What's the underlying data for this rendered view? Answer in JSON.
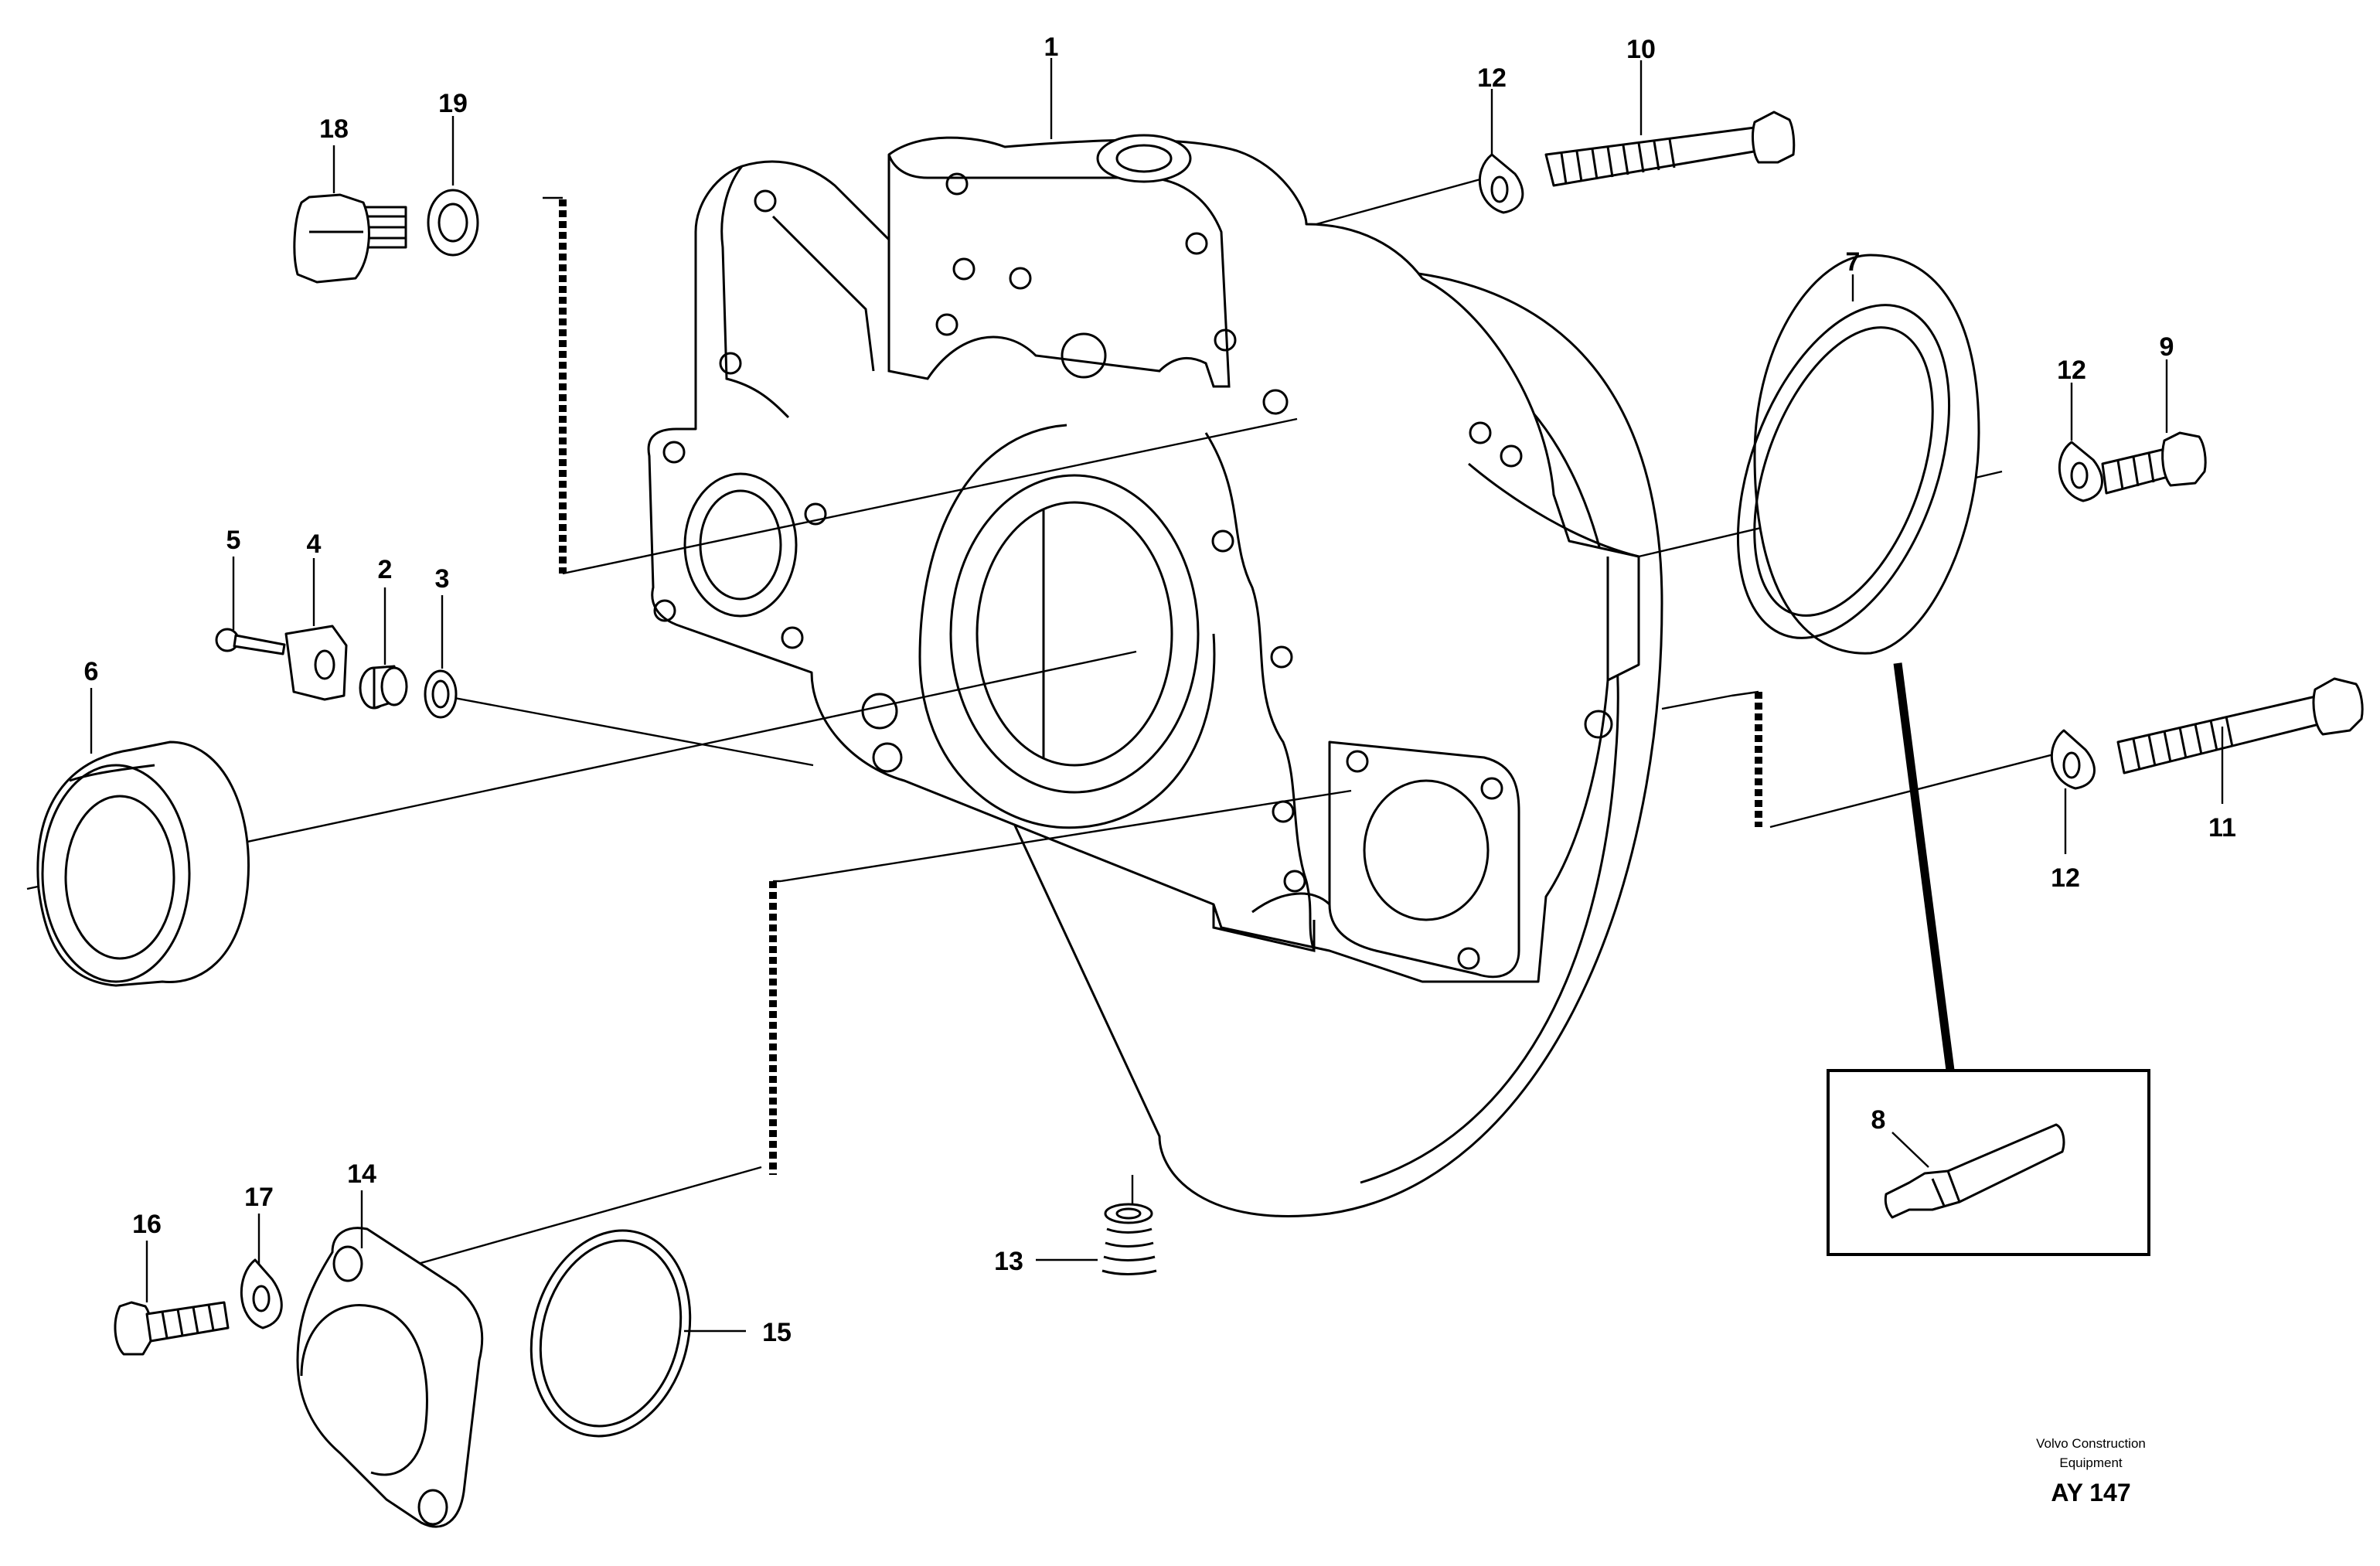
{
  "callouts": {
    "c1": "1",
    "c2": "2",
    "c3": "3",
    "c4": "4",
    "c5": "5",
    "c6": "6",
    "c7": "7",
    "c8": "8",
    "c9": "9",
    "c10": "10",
    "c11": "11",
    "c12a": "12",
    "c12b": "12",
    "c12c": "12",
    "c13": "13",
    "c14": "14",
    "c15": "15",
    "c16": "16",
    "c17": "17",
    "c18": "18",
    "c19": "19"
  },
  "credit": {
    "line1": "Volvo Construction",
    "line2": "Equipment",
    "code": "AY 147"
  },
  "colors": {
    "line": "#000000",
    "background": "#ffffff"
  }
}
